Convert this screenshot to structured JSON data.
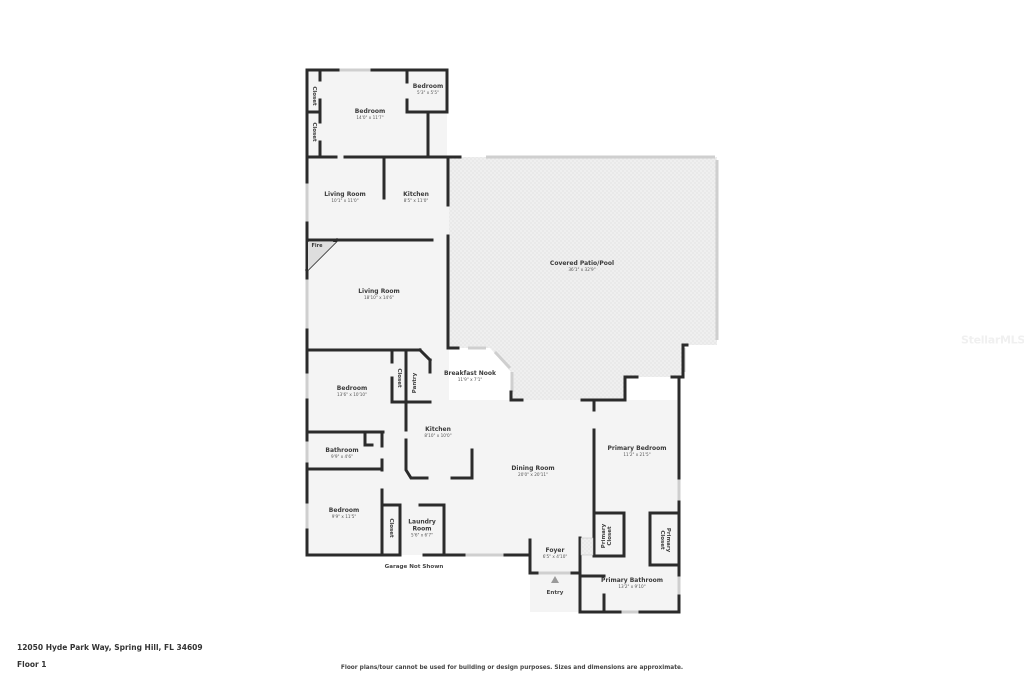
{
  "plan": {
    "address": "12050 Hyde Park Way, Spring Hill, FL 34609",
    "floor_label": "Floor 1",
    "disclaimer": "Floor plans/tour cannot be used for building or design purposes. Sizes and dimensions are approximate.",
    "garage_note": "Garage Not Shown",
    "entry_label": "Entry",
    "watermark": "StellarMLS"
  },
  "rooms": [
    {
      "name": "Bedroom",
      "dim": "14'0\" x 11'7\""
    },
    {
      "name": "Bedroom",
      "dim": "5'3\" x 5'5\""
    },
    {
      "name": "Living Room",
      "dim": "10'1\" x 11'0\""
    },
    {
      "name": "Kitchen",
      "dim": "8'5\" x 11'0\""
    },
    {
      "name": "Covered Patio/Pool",
      "dim": "36'1\" x 32'9\""
    },
    {
      "name": "Living Room",
      "dim": "18'10\" x 14'6\""
    },
    {
      "name": "Bedroom",
      "dim": "13'6\" x 10'10\""
    },
    {
      "name": "Breakfast Nook",
      "dim": "11'9\" x 7'1\""
    },
    {
      "name": "Kitchen",
      "dim": "8'10\" x 10'0\""
    },
    {
      "name": "Bathroom",
      "dim": "9'9\" x 4'6\""
    },
    {
      "name": "Dining Room",
      "dim": "20'0\" x 20'11\""
    },
    {
      "name": "Primary Bedroom",
      "dim": "11'2\" x 21'5\""
    },
    {
      "name": "Bedroom",
      "dim": "9'9\" x 11'5\""
    },
    {
      "name": "Laundry Room",
      "dim": "5'6\" x 6'7\""
    },
    {
      "name": "Foyer",
      "dim": "6'5\" x 4'10\""
    },
    {
      "name": "Primary Bathroom",
      "dim": "13'2\" x 9'10\""
    }
  ],
  "small_labels": {
    "closet_top": "Closet",
    "closet_mid": "Closet",
    "fire": "Fire",
    "closet_bedroom": "Closet",
    "pantry": "Pantry",
    "closet_laundry": "Closet",
    "primary_closet_left": "Primary Closet",
    "primary_closet_right": "Primary Closet"
  },
  "colors": {
    "wall": "#2b2b2b",
    "floor": "#f4f4f4",
    "patio": "#ececec",
    "window": "#cfcfcf",
    "background": "#ffffff"
  }
}
